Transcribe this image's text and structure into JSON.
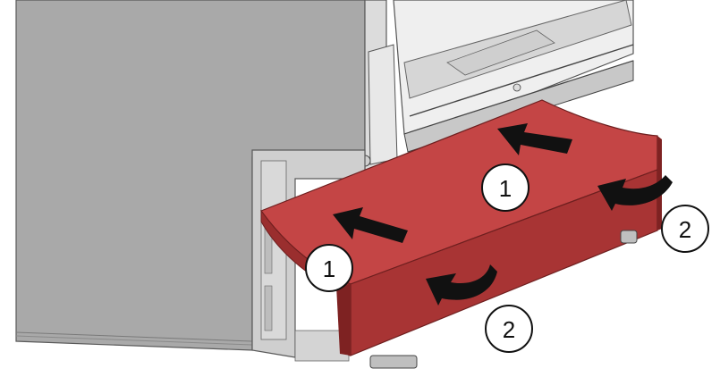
{
  "illustration": {
    "subject": "cabinet-base-panel-installation",
    "colors": {
      "cabinet_side": "#a9a9a9",
      "cabinet_edge": "#5a5a5a",
      "frame_light": "#e2e2e2",
      "panel_top": "#c44545",
      "panel_front": "#a83434",
      "panel_dark": "#7e2222",
      "arrow": "#111111",
      "callout_fill": "#ffffff",
      "callout_stroke": "#111111"
    },
    "callouts": [
      {
        "label": "1",
        "meaning": "slide-in-arrow"
      },
      {
        "label": "1",
        "meaning": "slide-in-arrow"
      },
      {
        "label": "2",
        "meaning": "rotate-down-arrow"
      },
      {
        "label": "2",
        "meaning": "rotate-down-arrow"
      }
    ],
    "arrows": [
      {
        "icon": "straight-arrow-icon",
        "step": "1"
      },
      {
        "icon": "straight-arrow-icon",
        "step": "1"
      },
      {
        "icon": "curved-arrow-icon",
        "step": "2"
      },
      {
        "icon": "curved-arrow-icon",
        "step": "2"
      }
    ]
  }
}
